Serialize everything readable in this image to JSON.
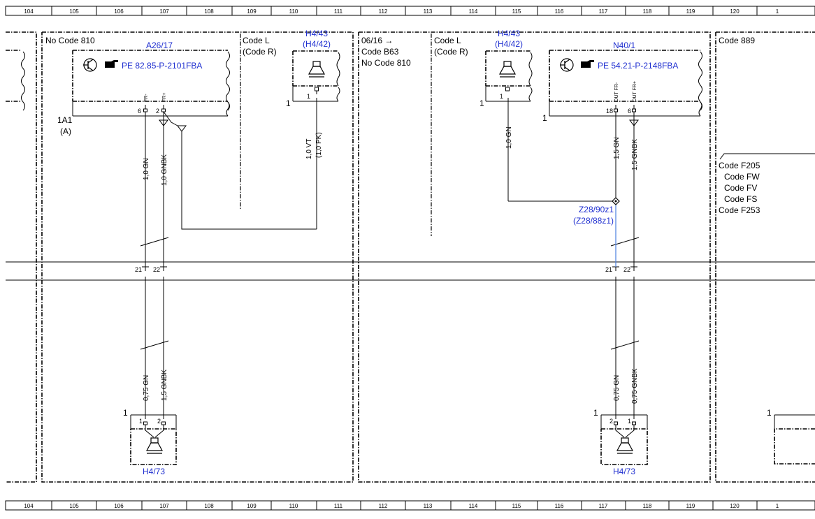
{
  "ruler_cells": [
    "104",
    "105",
    "106",
    "107",
    "108",
    "109",
    "110",
    "111",
    "112",
    "113",
    "114",
    "115",
    "116",
    "117",
    "118",
    "119",
    "120",
    "1"
  ],
  "sections": {
    "left_condition": "No Code 810",
    "left_code_l": "Code L",
    "left_code_r": "(Code R)",
    "mid_date": "06/16 →",
    "mid_code_b63": "Code B63",
    "mid_no_code": "No Code 810",
    "mid_code_l": "Code L",
    "mid_code_r": "(Code R)",
    "right_code": "Code 889",
    "right_codes": [
      "Code F205",
      "Code FW",
      "Code FV",
      "Code FS",
      "Code F253"
    ]
  },
  "components": {
    "a26_id": "A26/17",
    "a26_ref": "PE 82.85-P-2101FBA",
    "a26_connector": "1A1",
    "a26_connector_alt": "(A)",
    "a26_pin_left_num": "6",
    "a26_pin_right_num": "2",
    "a26_pin_left_name": "FR-",
    "a26_pin_right_name": "FR+",
    "h443_left_id": "H4/43",
    "h443_left_alt": "(H4/42)",
    "h443_left_pin": "1",
    "h443_left_conn": "1",
    "h443_mid_id": "H4/43",
    "h443_mid_alt": "(H4/42)",
    "h443_mid_pin": "1",
    "h443_mid_conn": "1",
    "n40_id": "N40/1",
    "n40_ref": "PE 54.21-P-2148FBA",
    "n40_conn": "1",
    "n40_pin_left_num": "18",
    "n40_pin_right_num": "6",
    "n40_pin_left_name": "OUT FR-",
    "n40_pin_right_name": "OUT FR+",
    "splice_id": "Z28/90z1",
    "splice_alt": "(Z28/88z1)",
    "sep_left_pins": [
      "21",
      "22"
    ],
    "sep_right_pins": [
      "21",
      "22"
    ],
    "h473_left_id": "H4/73",
    "h473_left_pins": [
      "1",
      "2"
    ],
    "h473_left_conn": "1",
    "h473_right_id": "H4/73",
    "h473_right_pins": [
      "2",
      "1"
    ],
    "h473_right_conn": "1",
    "right_edge_conn": "1"
  },
  "wires": {
    "w1": "1,0 GN",
    "w2": "1,0 GNBK",
    "w3": "1,0 VT",
    "w3_alt": "(1,0 PK)",
    "w4": "1,0 GN",
    "w5": "1,5 GN",
    "w6": "1,5 GNBK",
    "w7": "0,75 GN",
    "w8": "1,5 GNBK",
    "w9": "0,75 GN",
    "w10": "0,75 GNBK"
  },
  "colors": {
    "label_blue": "#1f2fd0",
    "line": "#000000",
    "highlight_wire": "#4a7fe0"
  },
  "icons": [
    "transistor-icon",
    "pointing-hand-icon",
    "speaker-icon"
  ]
}
